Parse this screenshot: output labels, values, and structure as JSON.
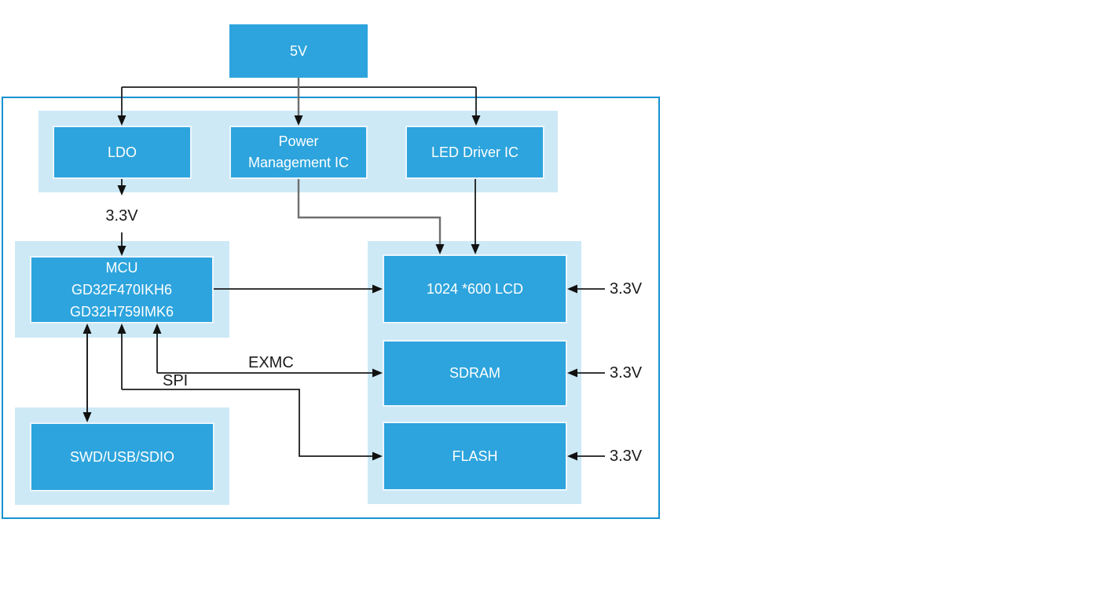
{
  "diagram": {
    "title": "MCU LCD power and interface block diagram",
    "blocks": {
      "power_5v": {
        "label": "5V"
      },
      "ldo": {
        "label": "LDO"
      },
      "pmic": {
        "label": "Power Management IC"
      },
      "led_driver": {
        "label": "LED Driver IC"
      },
      "mcu": {
        "label": "MCU\nGD32F470IKH6\nGD32H759IMK6"
      },
      "lcd": {
        "label": "1024 *600 LCD"
      },
      "sdram": {
        "label": "SDRAM"
      },
      "flash": {
        "label": "FLASH"
      },
      "swd": {
        "label": "SWD/USB/SDIO"
      }
    },
    "labels": {
      "rail_3v3_ldo": "3.3V",
      "bus_exmc": "EXMC",
      "bus_spi": "SPI",
      "rail_3v3_lcd": "3.3V",
      "rail_3v3_sdram": "3.3V",
      "rail_3v3_flash": "3.3V"
    },
    "colors": {
      "block_fill": "#2da4dd",
      "container_fill": "#cde9f6",
      "frame_border": "#1791d2",
      "connector": "#1c1c1c",
      "connector_gray": "#6e6e6e",
      "block_text": "#ffffff",
      "label_text": "#1a1a1a"
    }
  }
}
